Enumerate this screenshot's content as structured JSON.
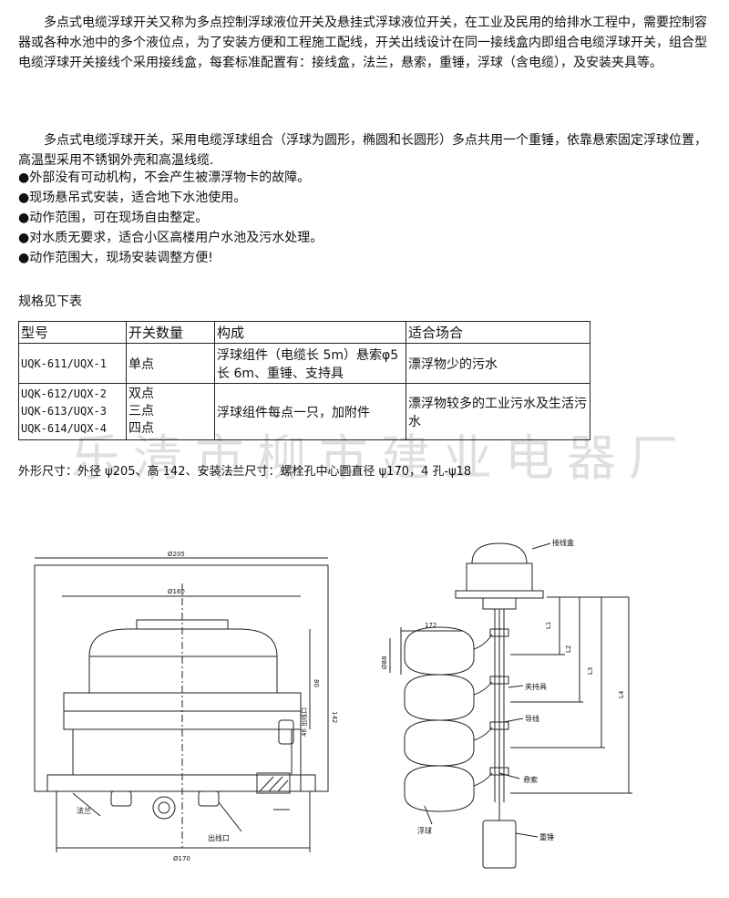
{
  "intro": {
    "p1": "多点式电缆浮球开关又称为多点控制浮球液位开关及悬挂式浮球液位开关，在工业及民用的给排水工程中，需要控制容器或各种水池中的多个液位点，为了安装方便和工程施工配线，开关出线设计在同一接线盒内即组合电缆浮球开关，组合型电缆浮球开关接线个采用接线盒，每套标准配置有：接线盒，法兰，悬索，重锤，浮球（含电缆），及安装夹具等。",
    "p2": "多点式电缆浮球开关，采用电缆浮球组合（浮球为圆形，椭圆和长圆形）多点共用一个重锤，依靠悬索固定浮球位置，高温型采用不锈钢外壳和高温线缆."
  },
  "bullets": [
    "●外部没有可动机构，不会产生被漂浮物卡的故障。",
    "●现场悬吊式安装，适合地下水池使用。",
    "●动作范围，可在现场自由整定。",
    "●对水质无要求，适合小区高楼用户水池及污水处理。",
    "●动作范围大，现场安装调整方便!"
  ],
  "spec_heading": "规格见下表",
  "table": {
    "headers": [
      "型号",
      "开关数量",
      "构成",
      "适合场合"
    ],
    "row1": {
      "model": "UQK-611/UQX-1",
      "count": "单点",
      "composition": "浮球组件（电缆长 5m）悬索φ5 长 6m、重锤、支持具",
      "usage": "漂浮物少的污水"
    },
    "row2": {
      "models": [
        "UQK-612/UQX-2",
        "UQK-613/UQX-3",
        "UQK-614/UQX-4"
      ],
      "counts": [
        "双点",
        "三点",
        "四点"
      ],
      "composition": "浮球组件每点一只，加附件",
      "usage": "漂浮物较多的工业污水及生活污水"
    }
  },
  "watermark": "乐清市柳市建业电器厂",
  "dimensions_text": "外形尺寸：外径 ψ205、高 142、安装法兰尺寸：螺栓孔中心圆直径 ψ170，4 孔-ψ18",
  "drawing_left": {
    "d205": "Ø205",
    "d160": "Ø160",
    "d170": "Ø170",
    "h80": "80",
    "h142": "142",
    "h46": "46 出线口",
    "flange": "法兰",
    "cable_out": "出线口"
  },
  "drawing_right": {
    "w172": "172",
    "d88": "Ø88",
    "junction_box": "接线盒",
    "clamp": "夹持具",
    "cable": "导线",
    "rope": "悬索",
    "float": "浮球",
    "weight": "重锤",
    "L1": "L1",
    "L2": "L2",
    "L3": "L3",
    "L4": "L4"
  }
}
